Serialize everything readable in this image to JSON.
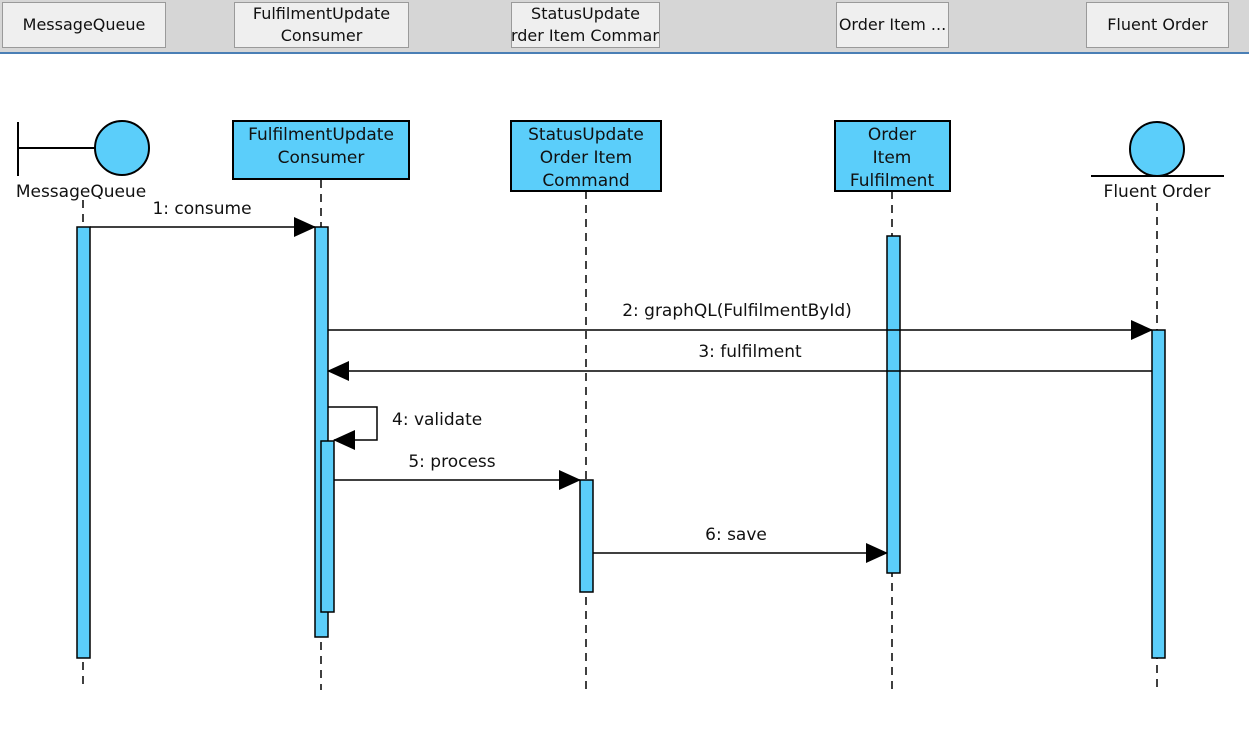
{
  "header": {
    "tabs": [
      {
        "lines": [
          "MessageQueue"
        ]
      },
      {
        "lines": [
          "FulfilmentUpdate",
          "Consumer"
        ]
      },
      {
        "lines": [
          "StatusUpdate",
          "Order Item Command"
        ]
      },
      {
        "lines": [
          "Order Item ..."
        ]
      },
      {
        "lines": [
          "Fluent Order"
        ]
      }
    ]
  },
  "diagram": {
    "colors": {
      "fill": "#5bcefa",
      "stroke": "#000000"
    },
    "participants": [
      {
        "kind": "boundary",
        "lines": [
          "MessageQueue"
        ]
      },
      {
        "kind": "box",
        "lines": [
          "FulfilmentUpdate",
          "Consumer"
        ]
      },
      {
        "kind": "box",
        "lines": [
          "StatusUpdate",
          "Order Item",
          "Command"
        ]
      },
      {
        "kind": "box",
        "lines": [
          "Order",
          "Item",
          "Fulfilment"
        ]
      },
      {
        "kind": "entity",
        "lines": [
          "Fluent Order"
        ]
      }
    ],
    "messages": [
      {
        "label": "1: consume",
        "from": "MessageQueue",
        "to": "FulfilmentUpdate Consumer"
      },
      {
        "label": "2: graphQL(FulfilmentById)",
        "from": "FulfilmentUpdate Consumer",
        "to": "Fluent Order"
      },
      {
        "label": "3: fulfilment",
        "from": "Fluent Order",
        "to": "FulfilmentUpdate Consumer"
      },
      {
        "label": "4: validate",
        "from": "FulfilmentUpdate Consumer",
        "to": "FulfilmentUpdate Consumer"
      },
      {
        "label": "5: process",
        "from": "FulfilmentUpdate Consumer",
        "to": "StatusUpdate Order Item Command"
      },
      {
        "label": "6: save",
        "from": "StatusUpdate Order Item Command",
        "to": "Order Item Fulfilment"
      }
    ]
  }
}
